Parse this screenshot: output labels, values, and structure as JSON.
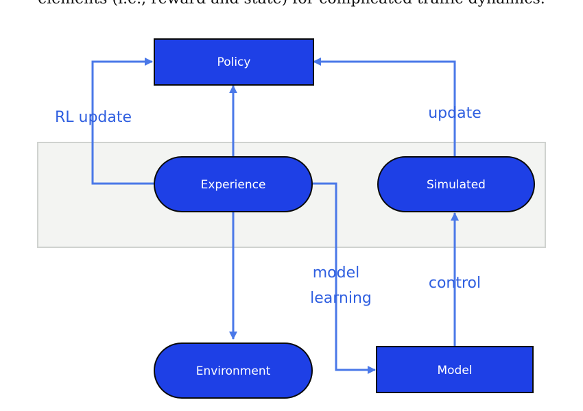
{
  "caption": "elements (i.e., reward and state) for complicated traffic dynamics.",
  "nodes": {
    "policy": "Policy",
    "experience": "Experience",
    "simulated": "Simulated",
    "environment": "Environment",
    "model": "Model"
  },
  "edges": {
    "rl_update": "RL update",
    "update": "update",
    "model_learning_1": "model",
    "model_learning_2": "learning",
    "control": "control"
  },
  "colors": {
    "node_fill": "#1e40e6",
    "node_stroke": "#0a0a0a",
    "arrow": "#4a78e8",
    "edge_label": "#2f5fe0",
    "panel_fill": "#f3f4f2",
    "panel_stroke": "#cfd2cf"
  }
}
